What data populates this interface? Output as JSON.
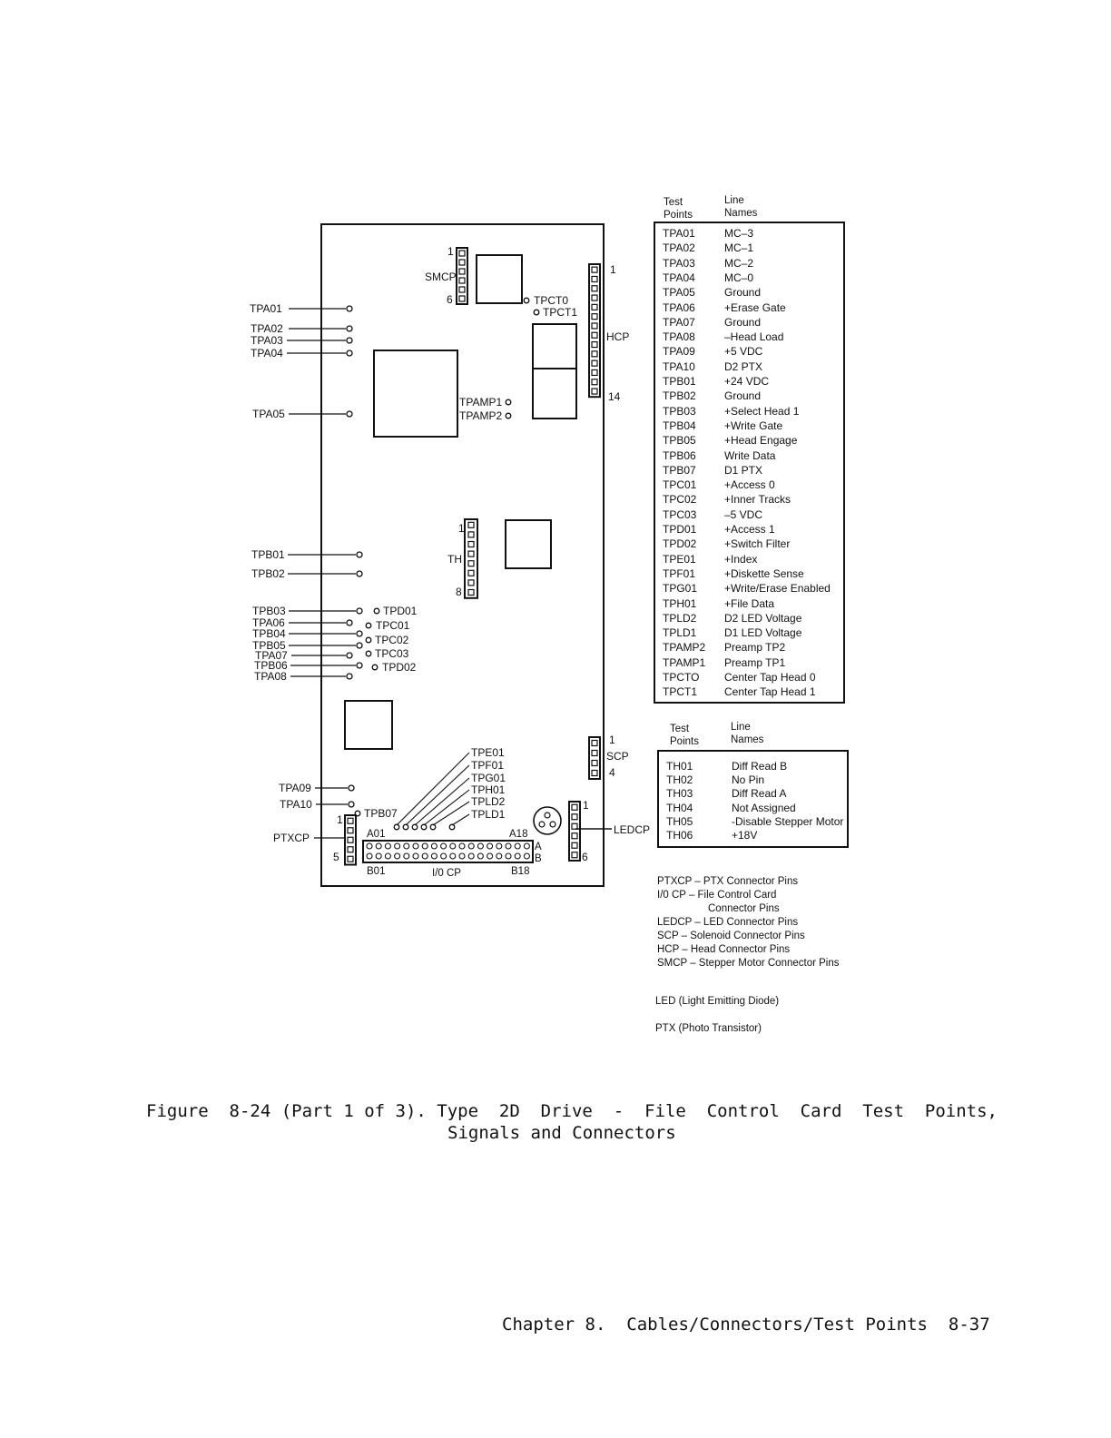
{
  "board": {
    "left_labels": [
      "TPA01",
      "TPA02",
      "TPA03",
      "TPA04",
      "TPA05",
      "TPB01",
      "TPB02",
      "TPB03",
      "TPA06",
      "TPB04",
      "TPB05",
      "TPA07",
      "TPB06",
      "TPA08",
      "TPA09",
      "TPA10",
      "PTXCP"
    ],
    "inner_labels": [
      "TPD01",
      "TPC01",
      "TPC02",
      "TPC03",
      "TPD02",
      "TPB07",
      "TPCT0",
      "TPCT1",
      "TPAMP1",
      "TPAMP2"
    ],
    "diag_labels": [
      "TPE01",
      "TPF01",
      "TPG01",
      "TPH01",
      "TPLD2",
      "TPLD1"
    ],
    "smcp": {
      "name": "SMCP",
      "pin_first": "1",
      "pin_last": "6"
    },
    "hcp": {
      "name": "HCP",
      "pin_first": "1",
      "pin_last": "14"
    },
    "th": {
      "name": "TH",
      "pin_first": "1",
      "pin_last": "8"
    },
    "scp": {
      "name": "SCP",
      "pin_first": "1",
      "pin_last": "4"
    },
    "ledcp": {
      "name": "LEDCP",
      "pin_first": "1",
      "pin_last": "6"
    },
    "ptxcp": {
      "pin_first": "1",
      "pin_last": "5"
    },
    "io": {
      "a01": "A01",
      "a18": "A18",
      "b01": "B01",
      "b18": "B18",
      "name": "I/0 CP",
      "row_a": "A",
      "row_b": "B"
    }
  },
  "main_table": {
    "header_col1": [
      "Test",
      "Points"
    ],
    "header_col2": [
      "Line",
      "Names"
    ],
    "rows": [
      [
        "TPA01",
        "MC–3"
      ],
      [
        "TPA02",
        "MC–1"
      ],
      [
        "TPA03",
        "MC–2"
      ],
      [
        "TPA04",
        "MC–0"
      ],
      [
        "TPA05",
        "Ground"
      ],
      [
        "TPA06",
        "+Erase Gate"
      ],
      [
        "TPA07",
        "Ground"
      ],
      [
        "TPA08",
        "–Head Load"
      ],
      [
        "TPA09",
        "+5 VDC"
      ],
      [
        "TPA10",
        "D2 PTX"
      ],
      [
        "TPB01",
        "+24 VDC"
      ],
      [
        "TPB02",
        "Ground"
      ],
      [
        "TPB03",
        "+Select Head 1"
      ],
      [
        "TPB04",
        "+Write Gate"
      ],
      [
        "TPB05",
        "+Head Engage"
      ],
      [
        "TPB06",
        "Write Data"
      ],
      [
        "TPB07",
        "D1 PTX"
      ],
      [
        "TPC01",
        "+Access 0"
      ],
      [
        "TPC02",
        "+Inner Tracks"
      ],
      [
        "TPC03",
        "–5 VDC"
      ],
      [
        "TPD01",
        "+Access 1"
      ],
      [
        "TPD02",
        "+Switch Filter"
      ],
      [
        "TPE01",
        "+Index"
      ],
      [
        "TPF01",
        "+Diskette Sense"
      ],
      [
        "TPG01",
        "+Write/Erase Enabled"
      ],
      [
        "TPH01",
        "+File Data"
      ],
      [
        "TPLD2",
        "D2 LED Voltage"
      ],
      [
        "TPLD1",
        "D1 LED Voltage"
      ],
      [
        "TPAMP2",
        "Preamp TP2"
      ],
      [
        "TPAMP1",
        "Preamp TP1"
      ],
      [
        "TPCTO",
        "Center Tap Head 0"
      ],
      [
        "TPCT1",
        "Center Tap Head 1"
      ]
    ]
  },
  "th_table": {
    "header_col1": [
      "Test",
      "Points"
    ],
    "header_col2": [
      "Line",
      "Names"
    ],
    "rows": [
      [
        "TH01",
        "Diff Read B"
      ],
      [
        "TH02",
        "No Pin"
      ],
      [
        "TH03",
        "Diff Read A"
      ],
      [
        "TH04",
        "Not Assigned"
      ],
      [
        "TH05",
        "-Disable Stepper Motor"
      ],
      [
        "TH06",
        "+18V"
      ]
    ]
  },
  "legend": [
    "PTXCP – PTX Connector Pins",
    "I/0 CP –  File Control Card",
    "Connector Pins",
    "LEDCP – LED Connector Pins",
    "SCP – Solenoid Connector Pins",
    "HCP – Head Connector Pins",
    "SMCP – Stepper Motor Connector Pins"
  ],
  "notes": {
    "led": "LED (Light Emitting Diode)",
    "ptx": "PTX (Photo Transistor)"
  },
  "caption": {
    "line1": "Figure  8-24 (Part 1 of 3). Type  2D  Drive  -  File  Control  Card  Test  Points,",
    "line2": "Signals and Connectors"
  },
  "footer": "Chapter 8.  Cables/Connectors/Test Points  8-37"
}
